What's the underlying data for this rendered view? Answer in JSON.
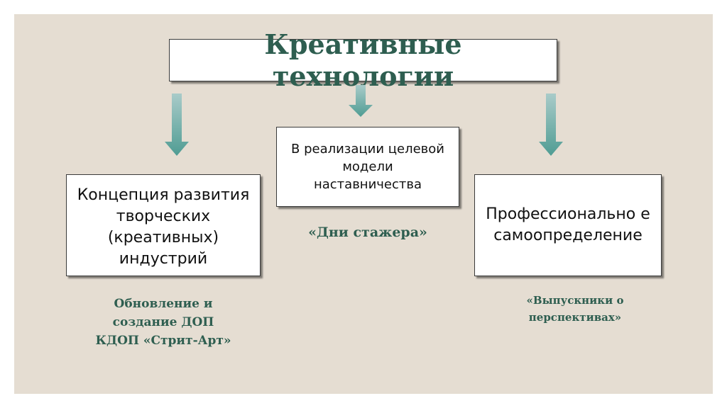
{
  "title": "Креативные технологии",
  "boxes": {
    "center": "В реализации целевой модели наставничества",
    "left": "Концепция развития творческих (креативных) индустрий",
    "right": "Профессионально е самоопределение"
  },
  "captions": {
    "center": "«Дни стажера»",
    "left_lines": [
      "Обновление и",
      "создание ДОП",
      "КДОП «Стрит-Арт»"
    ],
    "right_lines": [
      "«Выпускники о",
      "перспективах»"
    ]
  },
  "colors": {
    "background": "#e5ddd2",
    "accent_text": "#2e5e50",
    "arrow_top": "#a9cbc9",
    "arrow_bottom": "#4f9c93"
  }
}
